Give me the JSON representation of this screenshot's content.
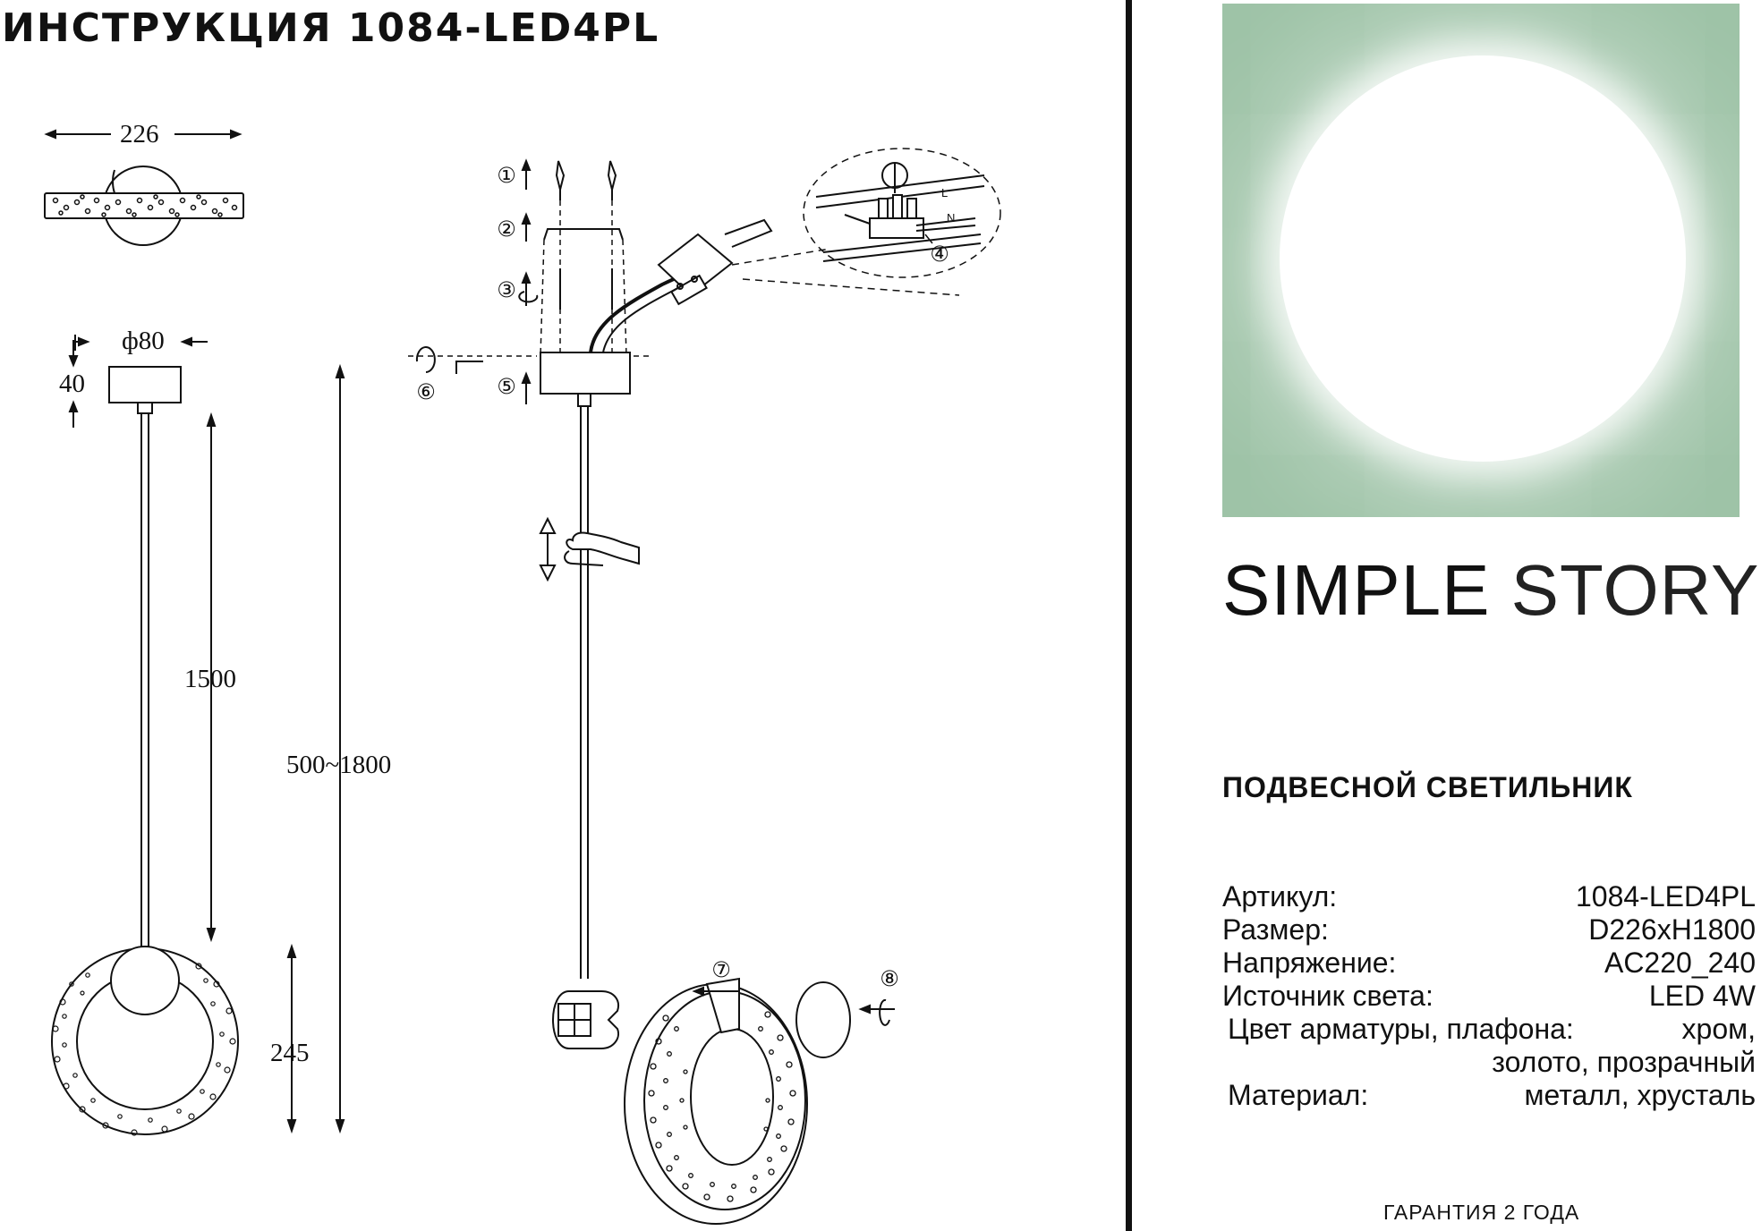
{
  "header": {
    "title": "ИНСТРУКЦИЯ 1084-LED4PL"
  },
  "drawing": {
    "dimensions": {
      "width_top": "226",
      "canopy_diameter": "ф80",
      "canopy_height": "40",
      "cable_length": "1500",
      "total_height": "500~1800",
      "ring_height": "245"
    },
    "steps": [
      "①",
      "②",
      "③",
      "④",
      "⑤",
      "⑥",
      "⑦",
      "⑧"
    ],
    "wire_labels": [
      "L",
      "N"
    ]
  },
  "brand": {
    "word1": "SIMPLE",
    "word2": "STORY"
  },
  "product": {
    "type": "ПОДВЕСНОЙ СВЕТИЛЬНИК"
  },
  "specs": [
    {
      "label": "Артикул:",
      "value": "1084-LED4PL"
    },
    {
      "label": "Размер:",
      "value": "D226xH1800"
    },
    {
      "label": "Напряжение:",
      "value": "AC220_240"
    },
    {
      "label": "Источник света:",
      "value": "LED 4W"
    },
    {
      "label": "Цвет арматуры, плафона:",
      "value": "хром,"
    },
    {
      "label": "",
      "value": "золото, прозрачный"
    },
    {
      "label": "Материал:",
      "value": "металл, хрусталь"
    }
  ],
  "footer": {
    "warranty": "ГАРАНТИЯ 2 ГОДА"
  },
  "colors": {
    "photo_background": "#9ec3a7",
    "ink": "#111111"
  }
}
